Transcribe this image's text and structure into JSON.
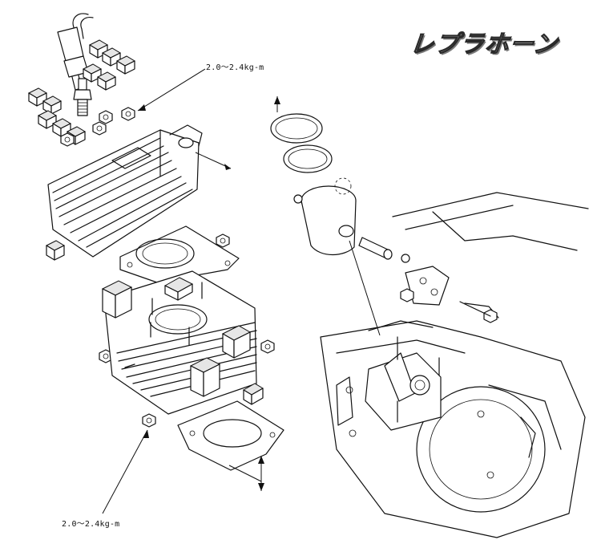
{
  "logo": {
    "text": "レプラホーン"
  },
  "callouts": {
    "torque_top": "2.0〜2.4kg-m",
    "torque_bottom": "2.0〜2.4kg-m"
  },
  "colors": {
    "line": "#111111",
    "background": "#ffffff",
    "logo_fill": "#d4d4d4"
  }
}
